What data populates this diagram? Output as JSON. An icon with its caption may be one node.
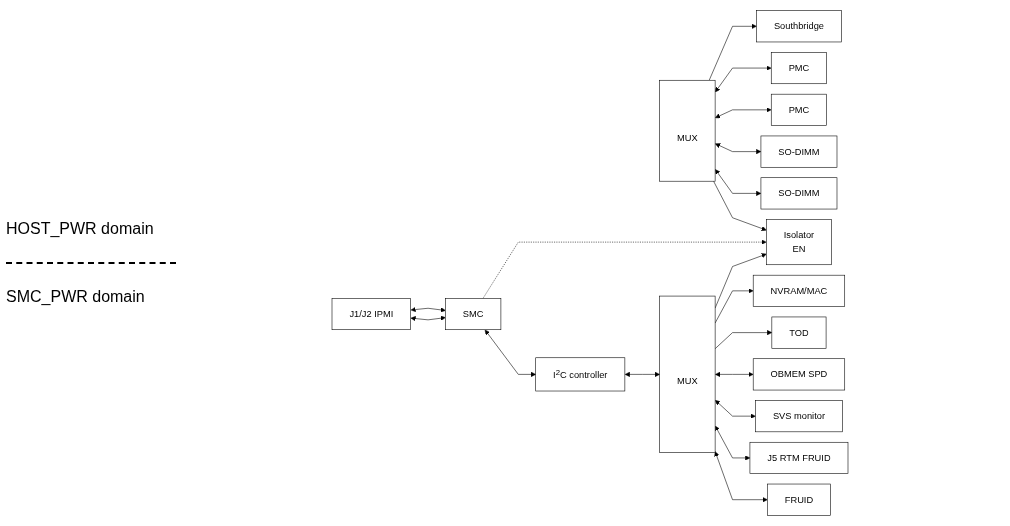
{
  "diagram": {
    "nodes": [
      {
        "text": [
          "Southbridge"
        ]
      },
      {
        "text": [
          "MUX"
        ]
      },
      {
        "text": [
          "PMC"
        ]
      },
      {
        "text": [
          "PMC"
        ]
      },
      {
        "text": [
          "SO-DIMM"
        ]
      },
      {
        "text": [
          "SO-DIMM"
        ]
      },
      {
        "text": [
          "Isolator",
          "EN"
        ]
      },
      {
        "text": [
          "J1/J2 IPMI"
        ]
      },
      {
        "text": [
          "SMC"
        ]
      },
      {
        "text": [
          "I$^{2}$C controller"
        ]
      },
      {
        "text": [
          "MUX"
        ]
      },
      {
        "text": [
          "NVRAM/MAC"
        ]
      },
      {
        "text": [
          "TOD"
        ]
      },
      {
        "text": [
          "OBMEM SPD"
        ]
      },
      {
        "text": [
          "SVS monitor"
        ]
      },
      {
        "text": [
          "J5 RTM FRUID"
        ]
      },
      {
        "text": [
          "FRUID"
        ]
      }
    ],
    "edges": [
      {
        "from": 1,
        "to": 0,
        "arrow": "to"
      },
      {
        "from": 1,
        "to": 2,
        "arrow": "both"
      },
      {
        "from": 1,
        "to": 3,
        "arrow": "both"
      },
      {
        "from": 1,
        "to": 4,
        "arrow": "both"
      },
      {
        "from": 1,
        "to": 5,
        "arrow": "both"
      },
      {
        "from": 1,
        "to": 6,
        "arrow": "to"
      },
      {
        "from": 8,
        "to": 6,
        "arrow": "to",
        "style": "dashed"
      },
      {
        "from": 7,
        "to": 8,
        "arrow": "both"
      },
      {
        "from": 7,
        "to": 8,
        "arrow": "both"
      },
      {
        "from": 8,
        "to": 9,
        "arrow": "both"
      },
      {
        "from": 9,
        "to": 10,
        "arrow": "both"
      },
      {
        "from": 10,
        "to": 6,
        "arrow": "to"
      },
      {
        "from": 10,
        "to": 11,
        "arrow": "to"
      },
      {
        "from": 10,
        "to": 12,
        "arrow": "to"
      },
      {
        "from": 10,
        "to": 13,
        "arrow": "both"
      },
      {
        "from": 10,
        "to": 14,
        "arrow": "both"
      },
      {
        "from": 10,
        "to": 15,
        "arrow": "both"
      },
      {
        "from": 10,
        "to": 16,
        "arrow": "both"
      }
    ],
    "labels": [
      "HOST_PWR domain",
      "SMC_PWR domain"
    ]
  }
}
